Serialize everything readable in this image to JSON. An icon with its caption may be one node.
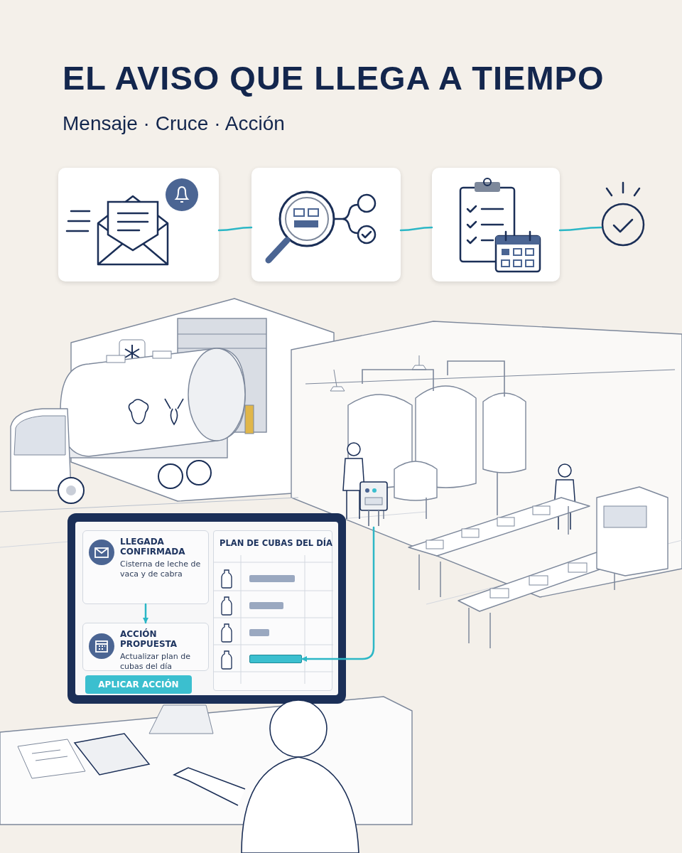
{
  "diagram": {
    "title": "EL AVISO QUE LLEGA A TIEMPO",
    "nodes": [
      {
        "text": [],
        "shape": "picture"
      },
      {
        "text": [],
        "shape": "picture"
      },
      {
        "text": [],
        "shape": "picture"
      },
      {
        "text": [],
        "shape": "picture"
      },
      {
        "text": [
          "LLEGADA CONFIRMADA",
          "Cisterna de leche de vaca y de cabra"
        ]
      },
      {
        "text": [
          "ACCIÓN PROPUESTA",
          "Actualizar plan de cubas del día"
        ]
      },
      {
        "text": [
          "APLICAR ACCIÓN"
        ]
      },
      {
        "text": [
          "PLAN DE CUBAS DEL DÍA"
        ]
      },
      {
        "text": [],
        "shape": "bar",
        "in": 7
      },
      {
        "text": [],
        "shape": "picture"
      }
    ],
    "edges": [
      {
        "from": 0,
        "to": 1,
        "arrow": "none"
      },
      {
        "from": 1,
        "to": 2,
        "arrow": "none"
      },
      {
        "from": 2,
        "to": 3,
        "arrow": "none"
      },
      {
        "from": 4,
        "to": 5,
        "arrow": "to"
      },
      {
        "from": 9,
        "to": 8,
        "arrow": "to"
      }
    ],
    "labels": [
      "Mensaje · Cruce · Acción"
    ]
  }
}
